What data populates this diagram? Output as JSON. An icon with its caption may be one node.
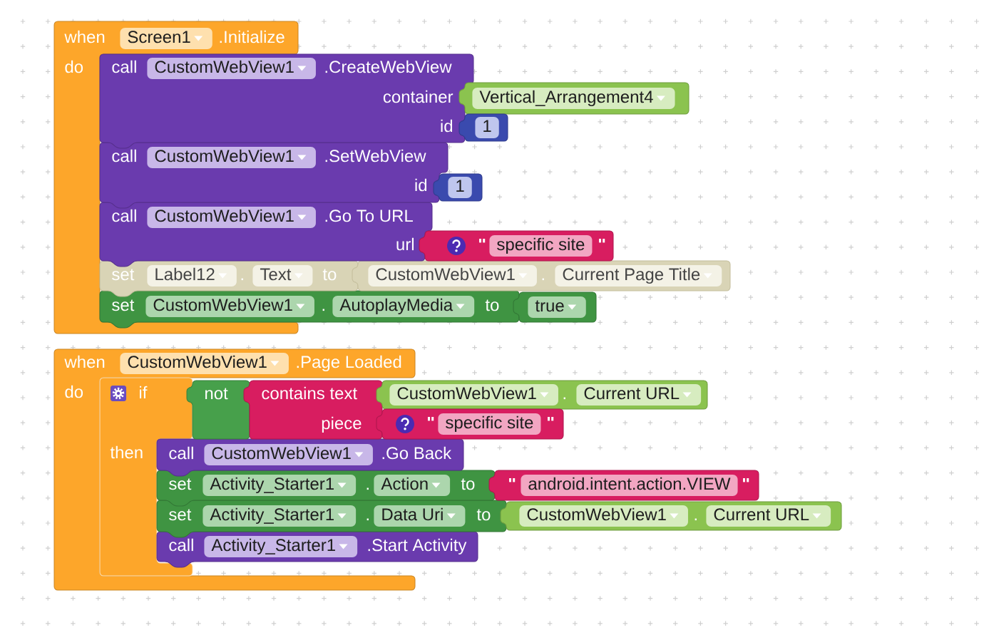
{
  "diagram": {
    "nodes": [
      {
        "text": [
          "when",
          ".Initialize",
          "do"
        ]
      },
      {
        "text": [
          "Screen1"
        ],
        "in": 0
      },
      {
        "text": [
          "call",
          ".CreateWebView",
          "container",
          "id"
        ]
      },
      {
        "text": [
          "CustomWebView1"
        ],
        "in": 2
      },
      {
        "text": [
          "Vertical_Arrangement4"
        ]
      },
      {
        "text": [
          "1"
        ]
      },
      {
        "text": [
          "call",
          ".SetWebView",
          "id"
        ]
      },
      {
        "text": [
          "CustomWebView1"
        ],
        "in": 6
      },
      {
        "text": [
          "1"
        ]
      },
      {
        "text": [
          "call",
          ".Go To URL",
          "url"
        ]
      },
      {
        "text": [
          "CustomWebView1"
        ],
        "in": 9
      },
      {
        "text": [
          "specific site"
        ]
      },
      {
        "text": [
          "set",
          ".",
          "to"
        ]
      },
      {
        "text": [
          "Label12"
        ],
        "in": 12
      },
      {
        "text": [
          "Text"
        ],
        "in": 12
      },
      {
        "text": [
          "."
        ]
      },
      {
        "text": [
          "CustomWebView1"
        ],
        "in": 15
      },
      {
        "text": [
          "Current Page Title"
        ],
        "in": 15
      },
      {
        "text": [
          "set",
          ".",
          "to"
        ]
      },
      {
        "text": [
          "CustomWebView1"
        ],
        "in": 18
      },
      {
        "text": [
          "AutoplayMedia"
        ],
        "in": 18
      },
      {
        "text": [
          "true"
        ]
      },
      {
        "text": [
          "when",
          ".Page Loaded",
          "do"
        ]
      },
      {
        "text": [
          "CustomWebView1"
        ],
        "in": 22
      },
      {
        "text": [
          "if",
          "then"
        ]
      },
      {
        "text": [
          "not"
        ]
      },
      {
        "text": [
          "contains text",
          "piece"
        ]
      },
      {
        "text": [
          "."
        ]
      },
      {
        "text": [
          "CustomWebView1"
        ],
        "in": 27
      },
      {
        "text": [
          "Current URL"
        ],
        "in": 27
      },
      {
        "text": [
          "specific site"
        ]
      },
      {
        "text": [
          "call",
          ".Go Back"
        ]
      },
      {
        "text": [
          "CustomWebView1"
        ],
        "in": 31
      },
      {
        "text": [
          "set",
          ".",
          "to"
        ]
      },
      {
        "text": [
          "Activity_Starter1"
        ],
        "in": 33
      },
      {
        "text": [
          "Action"
        ],
        "in": 33
      },
      {
        "text": [
          "android.intent.action.VIEW"
        ]
      },
      {
        "text": [
          "set",
          ".",
          "to"
        ]
      },
      {
        "text": [
          "Activity_Starter1"
        ],
        "in": 37
      },
      {
        "text": [
          "Data Uri"
        ],
        "in": 37
      },
      {
        "text": [
          "."
        ]
      },
      {
        "text": [
          "CustomWebView1"
        ],
        "in": 40
      },
      {
        "text": [
          "Current URL"
        ],
        "in": 40
      },
      {
        "text": [
          "call",
          ".Start Activity"
        ]
      },
      {
        "text": [
          "Activity_Starter1"
        ],
        "in": 43
      }
    ]
  }
}
